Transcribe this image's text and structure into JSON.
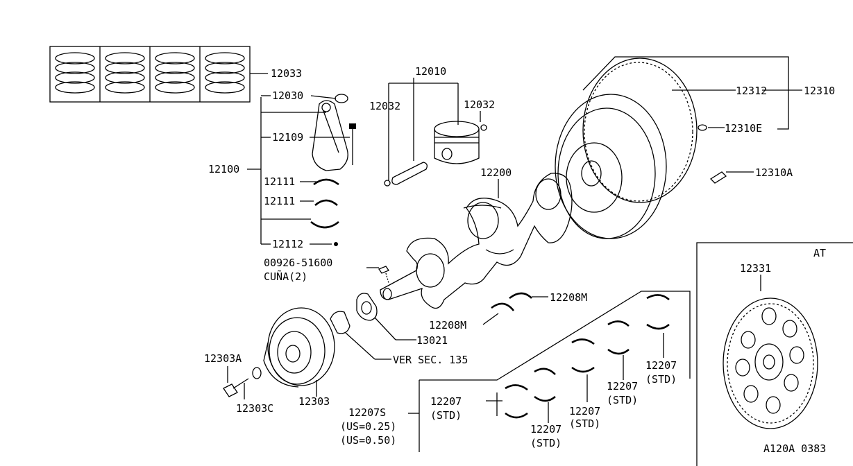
{
  "diagram": {
    "frame_label": "AT",
    "drawing_code": "A120A 0383",
    "labels": {
      "p12033": "12033",
      "p12030": "12030",
      "p12109": "12109",
      "p12100": "12100",
      "p12111a": "12111",
      "p12111b": "12111",
      "p12112": "12112",
      "p12010": "12010",
      "p12032a": "12032",
      "p12032b": "12032",
      "p12200": "12200",
      "p12312": "12312",
      "p12310": "12310",
      "p12310E": "12310E",
      "p12310A": "12310A",
      "p00926": "00926-51600",
      "cuna": "CUÑA(2)",
      "p12208Ma": "12208M",
      "p12208Mb": "12208M",
      "p13021": "13021",
      "ver_sec": "VER SEC. 135",
      "p12303A": "12303A",
      "p12303C": "12303C",
      "p12303": "12303",
      "p12207S": "12207S",
      "us025": "(US=0.25)",
      "us050": "(US=0.50)",
      "p12207_1": "12207",
      "std_1": "(STD)",
      "p12207_2": "12207",
      "std_2": "(STD)",
      "p12207_3": "12207",
      "std_3": "(STD)",
      "p12207_4": "12207",
      "std_4": "(STD)",
      "p12207_5": "12207",
      "std_5": "(STD)",
      "p12331": "12331"
    }
  }
}
